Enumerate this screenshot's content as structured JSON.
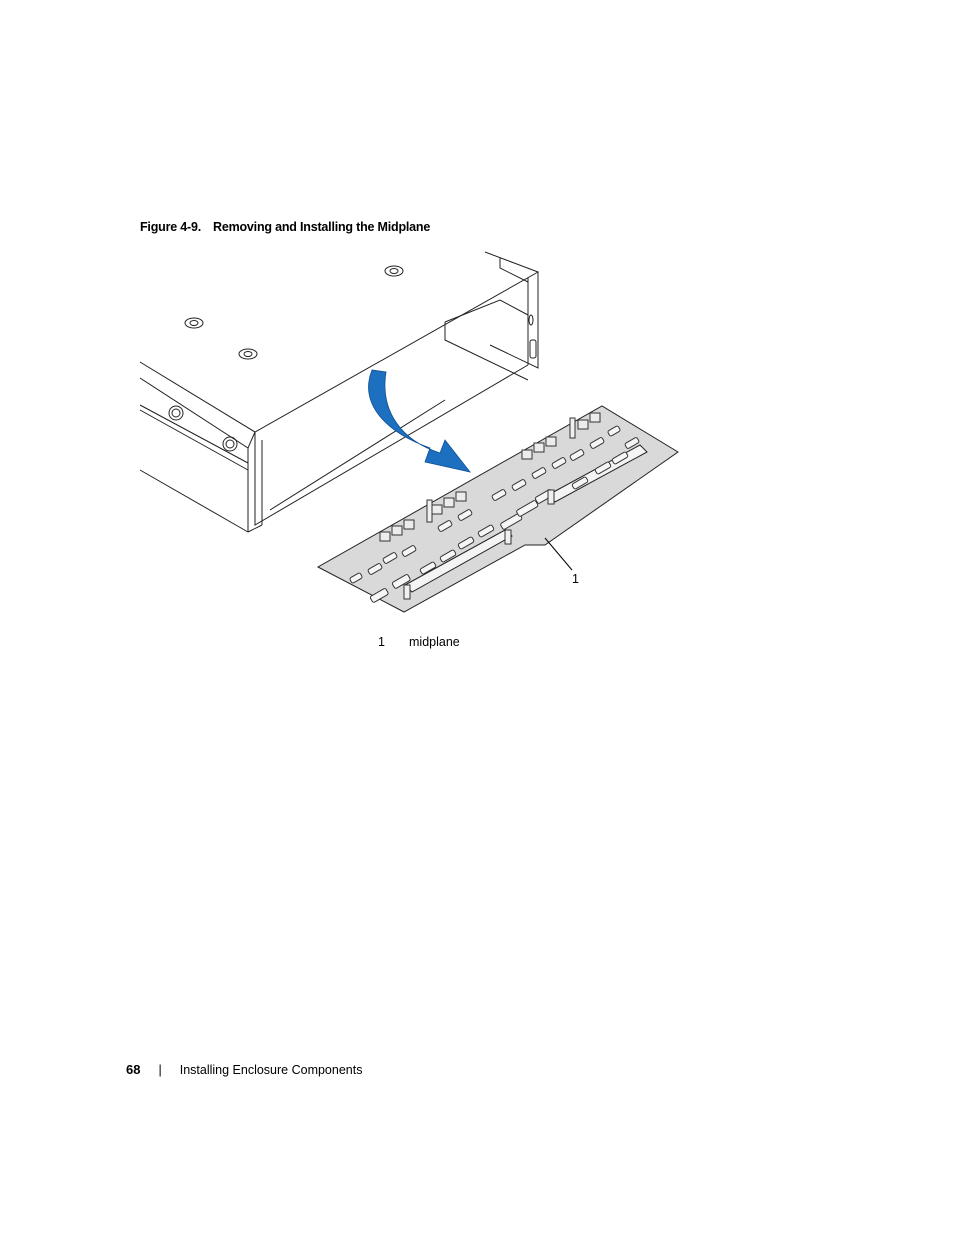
{
  "figure": {
    "number": "Figure 4-9.",
    "title": "Removing and Installing the Midplane",
    "callout": "1"
  },
  "legend": [
    {
      "key": "1",
      "label": "midplane"
    }
  ],
  "footer": {
    "page_number": "68",
    "separator": "|",
    "section": "Installing Enclosure Components"
  },
  "colors": {
    "arrow": "#1d6fc0",
    "line": "#222222"
  }
}
